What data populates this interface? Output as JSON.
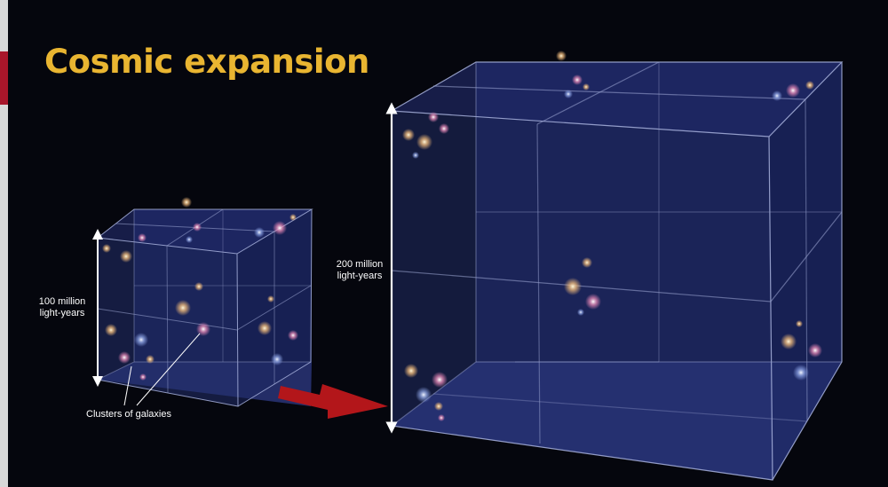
{
  "title": "Cosmic expansion",
  "small_cube": {
    "size_label": "100 million\nlight-years",
    "annotation": "Clusters of galaxies"
  },
  "large_cube": {
    "size_label": "200 million\nlight-years"
  },
  "colors": {
    "title": "#e9b531",
    "background": "#05060d",
    "cube_fill": "#1f2a66",
    "cube_edge": "#a8b2dd",
    "arrow": "#b3161a",
    "label": "#ffffff"
  },
  "icons": [
    "galaxy-cluster-icon",
    "expansion-arrow-icon",
    "double-arrow-icon"
  ]
}
